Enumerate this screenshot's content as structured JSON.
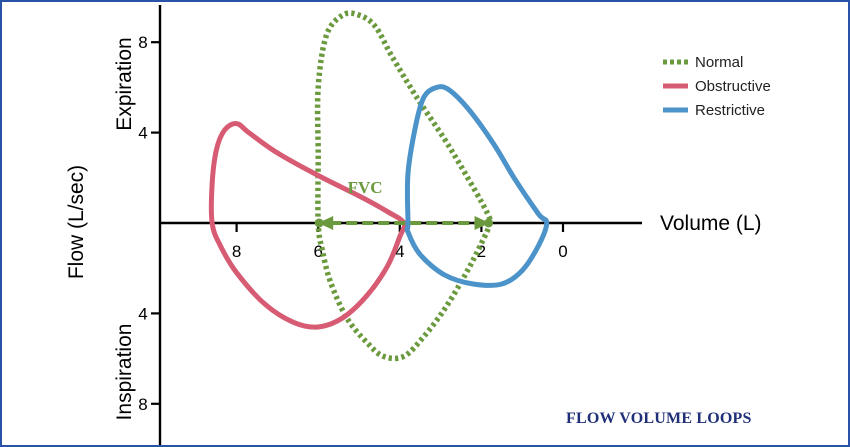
{
  "chart_data": {
    "type": "line",
    "title": "FLOW VOLUME LOOPS",
    "xlabel": "Volume (L)",
    "ylabel": "Flow (L/sec)",
    "y_region_labels": {
      "top": "Expiration",
      "bottom": "Inspiration"
    },
    "x_axis": {
      "reversed": true,
      "ticks": [
        8,
        6,
        4,
        2,
        0
      ]
    },
    "y_axis": {
      "ticks_expiration": [
        8,
        4
      ],
      "ticks_inspiration": [
        4,
        8
      ]
    },
    "annotation": {
      "text": "FVC",
      "from_volume": 6.0,
      "to_volume": 1.8,
      "color": "#6b9a3e"
    },
    "legend": {
      "placement": "top-right"
    },
    "series": [
      {
        "name": "Normal",
        "color": "#6b9a3e",
        "style": "dotted",
        "points": [
          [
            6.0,
            0
          ],
          [
            6.0,
            3.0
          ],
          [
            6.0,
            6.0
          ],
          [
            5.8,
            8.3
          ],
          [
            5.4,
            9.2
          ],
          [
            5.0,
            9.2
          ],
          [
            4.6,
            8.7
          ],
          [
            4.2,
            7.4
          ],
          [
            3.6,
            5.6
          ],
          [
            2.9,
            3.7
          ],
          [
            2.4,
            2.2
          ],
          [
            1.9,
            0.6
          ],
          [
            1.8,
            0
          ],
          [
            2.0,
            -0.9
          ],
          [
            2.4,
            -2.3
          ],
          [
            2.9,
            -3.8
          ],
          [
            3.4,
            -5.0
          ],
          [
            3.9,
            -5.9
          ],
          [
            4.4,
            -5.9
          ],
          [
            4.8,
            -5.3
          ],
          [
            5.3,
            -4.2
          ],
          [
            5.7,
            -2.6
          ],
          [
            5.9,
            -1.2
          ],
          [
            6.0,
            0
          ]
        ]
      },
      {
        "name": "Obstructive",
        "color": "#d75c73",
        "style": "solid",
        "points": [
          [
            8.6,
            0
          ],
          [
            8.6,
            1.7
          ],
          [
            8.5,
            3.2
          ],
          [
            8.3,
            4.1
          ],
          [
            8.0,
            4.4
          ],
          [
            7.7,
            4.0
          ],
          [
            7.0,
            3.1
          ],
          [
            6.0,
            2.1
          ],
          [
            5.0,
            1.2
          ],
          [
            4.3,
            0.5
          ],
          [
            3.9,
            0
          ],
          [
            4.0,
            -0.6
          ],
          [
            4.3,
            -1.9
          ],
          [
            4.8,
            -3.2
          ],
          [
            5.4,
            -4.2
          ],
          [
            6.0,
            -4.6
          ],
          [
            6.6,
            -4.4
          ],
          [
            7.3,
            -3.6
          ],
          [
            8.0,
            -2.2
          ],
          [
            8.4,
            -1.0
          ],
          [
            8.6,
            0
          ]
        ]
      },
      {
        "name": "Restrictive",
        "color": "#4b93c9",
        "style": "solid",
        "points": [
          [
            3.8,
            0
          ],
          [
            3.8,
            2.2
          ],
          [
            3.6,
            4.4
          ],
          [
            3.4,
            5.6
          ],
          [
            3.1,
            6.0
          ],
          [
            2.8,
            5.9
          ],
          [
            2.3,
            5.0
          ],
          [
            1.7,
            3.5
          ],
          [
            1.2,
            2.0
          ],
          [
            0.6,
            0.4
          ],
          [
            0.4,
            0
          ],
          [
            0.6,
            -1.0
          ],
          [
            1.0,
            -2.1
          ],
          [
            1.5,
            -2.7
          ],
          [
            2.2,
            -2.7
          ],
          [
            2.9,
            -2.3
          ],
          [
            3.5,
            -1.4
          ],
          [
            3.8,
            -0.4
          ],
          [
            3.8,
            0
          ]
        ]
      }
    ]
  }
}
